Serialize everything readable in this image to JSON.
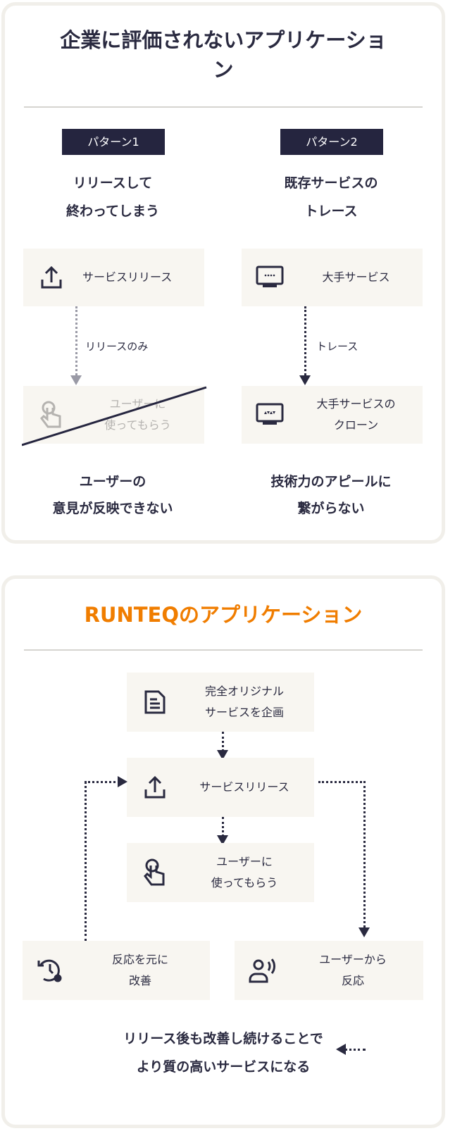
{
  "section1": {
    "title_line1": "企業に評価されないアプリケーショ",
    "title_line2": "ン",
    "pattern1": {
      "badge": "パターン1",
      "heading_line1": "リリースして",
      "heading_line2": "終わってしまう",
      "box1": "サービスリリース",
      "arrow_label": "リリースのみ",
      "box2_line1": "ユーザーに",
      "box2_line2": "使ってもらう",
      "result_line1": "ユーザーの",
      "result_line2": "意見が反映できない"
    },
    "pattern2": {
      "badge": "パターン2",
      "heading_line1": "既存サービスの",
      "heading_line2": "トレース",
      "box1": "大手サービス",
      "arrow_label": "トレース",
      "box2_line1": "大手サービスの",
      "box2_line2": "クローン",
      "result_line1": "技術力のアピールに",
      "result_line2": "繋がらない"
    }
  },
  "section2": {
    "title": "RUNTEQのアプリケーション",
    "title_color": "#f07d00",
    "step1_line1": "完全オリジナル",
    "step1_line2": "サービスを企画",
    "step2": "サービスリリース",
    "step3_line1": "ユーザーに",
    "step3_line2": "使ってもらう",
    "step4_line1": "反応を元に",
    "step4_line2": "改善",
    "step5_line1": "ユーザーから",
    "step5_line2": "反応",
    "conclusion_line1": "リリース後も改善し続けることで",
    "conclusion_line2": "より質の高いサービスになる"
  }
}
